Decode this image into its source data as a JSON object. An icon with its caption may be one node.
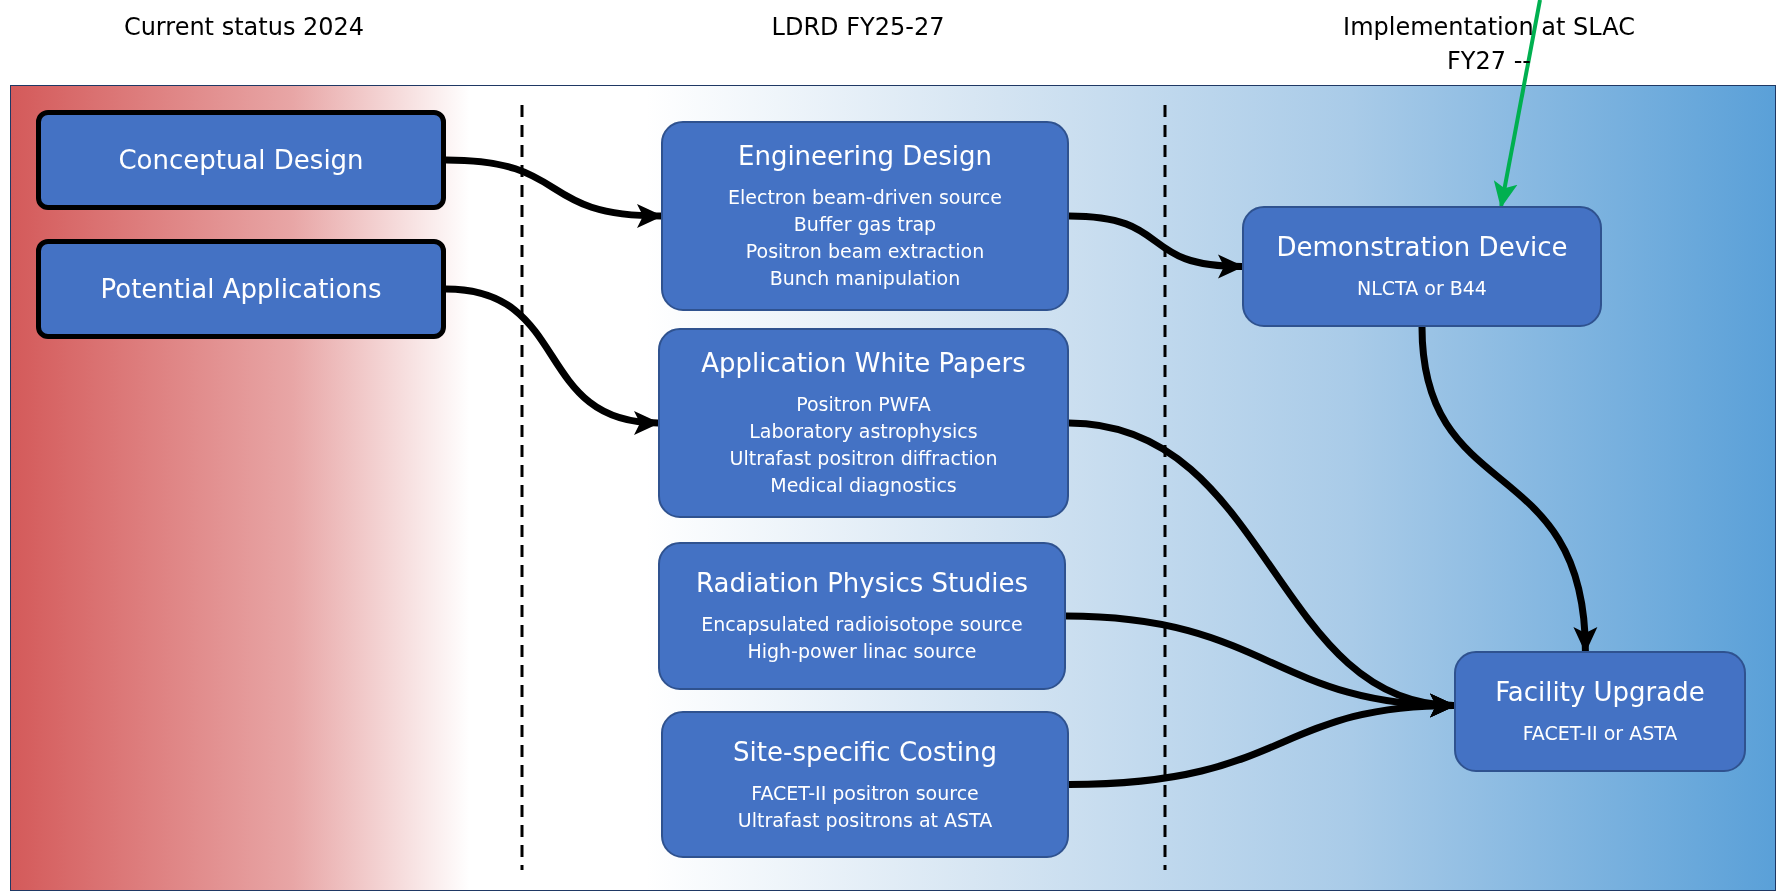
{
  "diagram": {
    "nodes": [
      {
        "text": [
          "Conceptual Design"
        ]
      },
      {
        "text": [
          "Potential Applications"
        ]
      },
      {
        "text": [
          "Engineering Design",
          "Electron beam-driven source",
          "Buffer gas trap",
          "Positron beam extraction",
          "Bunch manipulation"
        ]
      },
      {
        "text": [
          "Application White Papers",
          "Positron PWFA",
          "Laboratory astrophysics",
          "Ultrafast positron diffraction",
          "Medical diagnostics"
        ]
      },
      {
        "text": [
          "Radiation Physics Studies",
          "Encapsulated radioisotope source",
          "High-power linac source"
        ]
      },
      {
        "text": [
          "Site-specific Costing",
          "FACET-II positron source",
          "Ultrafast positrons at ASTA"
        ]
      },
      {
        "text": [
          "Demonstration Device",
          "NLCTA or B44"
        ]
      },
      {
        "text": [
          "Facility Upgrade",
          "FACET-II or ASTA"
        ]
      }
    ],
    "edges": [
      {
        "from": 0,
        "to": 2,
        "arrow": "to"
      },
      {
        "from": 1,
        "to": 3,
        "arrow": "to"
      },
      {
        "from": 2,
        "to": 6,
        "arrow": "to"
      },
      {
        "from": 6,
        "to": 7,
        "arrow": "to"
      },
      {
        "from": 3,
        "to": 7,
        "arrow": "to"
      },
      {
        "from": 4,
        "to": 7,
        "arrow": "to"
      },
      {
        "from": 5,
        "to": 7,
        "arrow": "to"
      },
      {
        "from": null,
        "to": 6,
        "arrow": "to",
        "color": "#00b050"
      }
    ],
    "labels": [
      "Current status 2024",
      "LDRD FY25-27",
      "Implementation at SLAC FY27 --"
    ]
  }
}
